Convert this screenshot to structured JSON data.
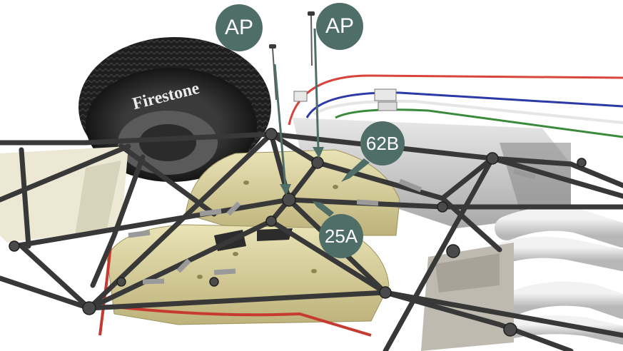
{
  "callouts": {
    "ap_left": "AP",
    "ap_right": "AP",
    "part_62b": "62B",
    "part_25a": "25A"
  },
  "tire": {
    "brand_text": "Firestone"
  },
  "colors": {
    "callout_fill": "#4f6e67",
    "callout_text": "#ffffff",
    "fuel_tank": "#d9d2a0",
    "frame_tube": "#3a3a3a",
    "tube_band": "#9a9a9a",
    "wire_red": "#d8433c",
    "wire_blue": "#2b3aa6",
    "wire_green": "#3b8a3b",
    "wire_white": "#e6e6e6"
  }
}
